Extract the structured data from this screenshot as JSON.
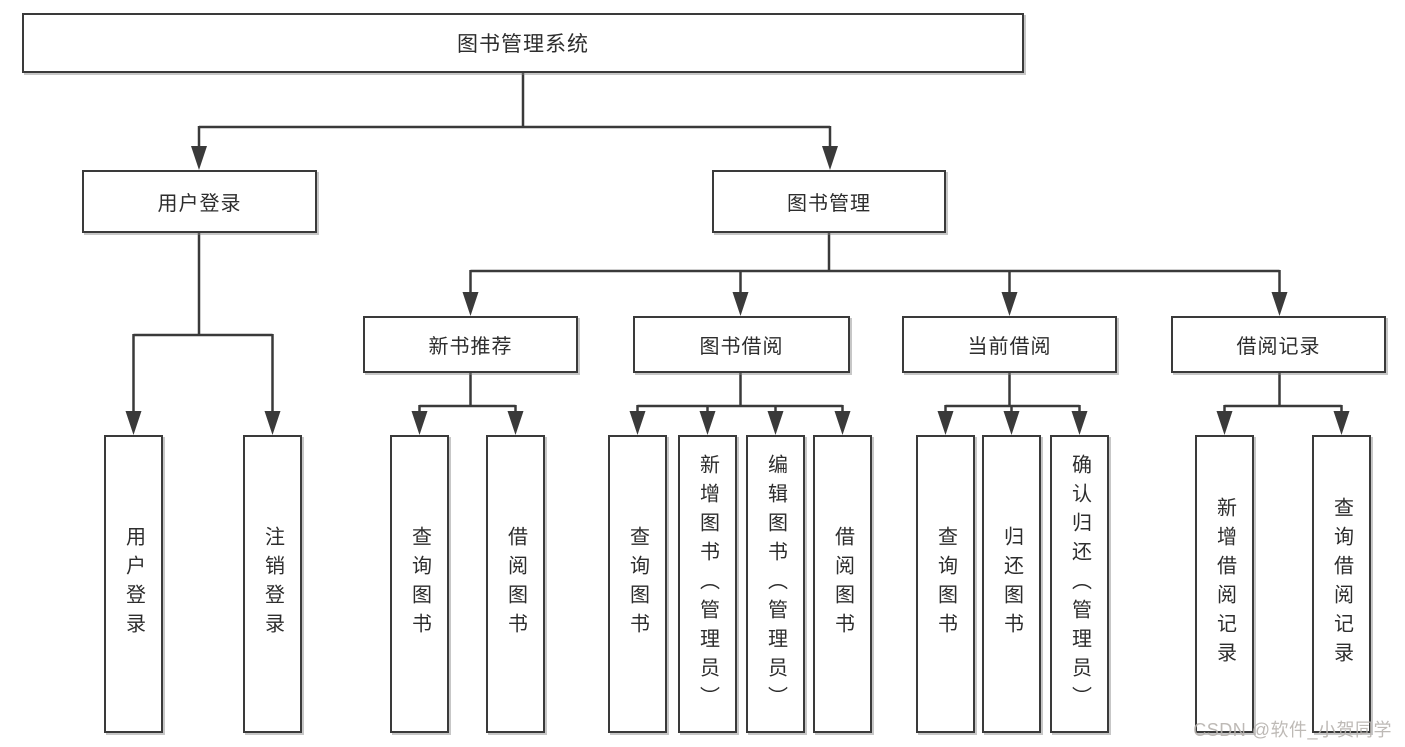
{
  "root": {
    "label": "图书管理系统"
  },
  "level2": [
    {
      "label": "用户登录"
    },
    {
      "label": "图书管理"
    }
  ],
  "level3": [
    {
      "label": "新书推荐"
    },
    {
      "label": "图书借阅"
    },
    {
      "label": "当前借阅"
    },
    {
      "label": "借阅记录"
    }
  ],
  "leaves": {
    "login": [
      {
        "label": "用户登录"
      },
      {
        "label": "注销登录"
      }
    ],
    "newbook": [
      {
        "label": "查询图书"
      },
      {
        "label": "借阅图书"
      }
    ],
    "borrow": [
      {
        "label": "查询图书"
      },
      {
        "label": "新增图书（管理员）"
      },
      {
        "label": "编辑图书（管理员）"
      },
      {
        "label": "借阅图书"
      }
    ],
    "current": [
      {
        "label": "查询图书"
      },
      {
        "label": "归还图书"
      },
      {
        "label": "确认归还（管理员）"
      }
    ],
    "records": [
      {
        "label": "新增借阅记录"
      },
      {
        "label": "查询借阅记录"
      }
    ]
  },
  "watermark": {
    "text": "CSDN @软件_小贺同学"
  },
  "colors": {
    "line": "#3a3a3a",
    "text": "#2d2d2d",
    "box_background": "#ffffff",
    "watermark": "#b7b3af",
    "background": "#ffffff"
  }
}
